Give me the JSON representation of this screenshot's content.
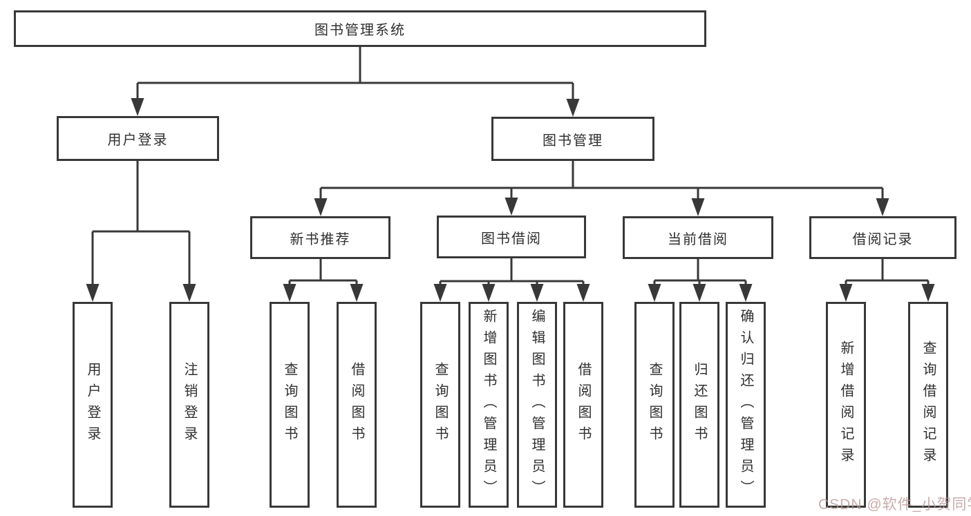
{
  "diagram": {
    "title": "图书管理系统",
    "root": {
      "label": "图书管理系统"
    },
    "level2": {
      "user_login": {
        "label": "用户登录"
      },
      "book_management": {
        "label": "图书管理"
      }
    },
    "level3": {
      "new_book_recommend": {
        "label": "新书推荐"
      },
      "book_borrow": {
        "label": "图书借阅"
      },
      "current_borrow": {
        "label": "当前借阅"
      },
      "borrow_records": {
        "label": "借阅记录"
      }
    },
    "leaves": {
      "user_login": [
        "用户登录",
        "注销登录"
      ],
      "new_book_recommend": [
        "查询图书",
        "借阅图书"
      ],
      "book_borrow": [
        "查询图书",
        "新增图书（管理员）",
        "编辑图书（管理员）",
        "借阅图书"
      ],
      "current_borrow": [
        "查询图书",
        "归还图书",
        "确认归还（管理员）"
      ],
      "borrow_records": [
        "新增借阅记录",
        "查询借阅记录"
      ]
    }
  },
  "watermark": "CSDN @软件_小贺同学",
  "colors": {
    "line": "#383838",
    "box_border": "#383838",
    "text": "#2f2f2f",
    "background": "#ffffff",
    "watermark": "#ba9696"
  }
}
